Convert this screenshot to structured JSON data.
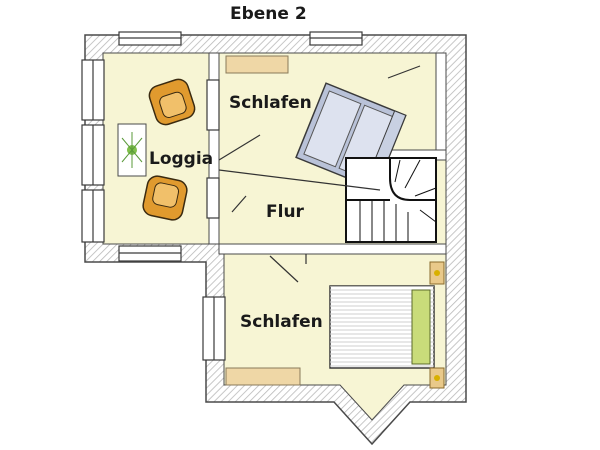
{
  "plan": {
    "title": "Ebene 2",
    "rooms": {
      "loggia": "Loggia",
      "schlafen_upper": "Schlafen",
      "flur": "Flur",
      "schlafen_lower": "Schlafen"
    }
  },
  "colors": {
    "floor": "#f7f5d4",
    "wall_fill": "#ffffff",
    "wall_hatch": "#b9b9b9",
    "wall_stroke": "#4a4a4a",
    "stair_stroke": "#111111",
    "bed_frame": "#8a6a2c",
    "chair": "#e09a2e",
    "sill": "#efd7a6"
  }
}
